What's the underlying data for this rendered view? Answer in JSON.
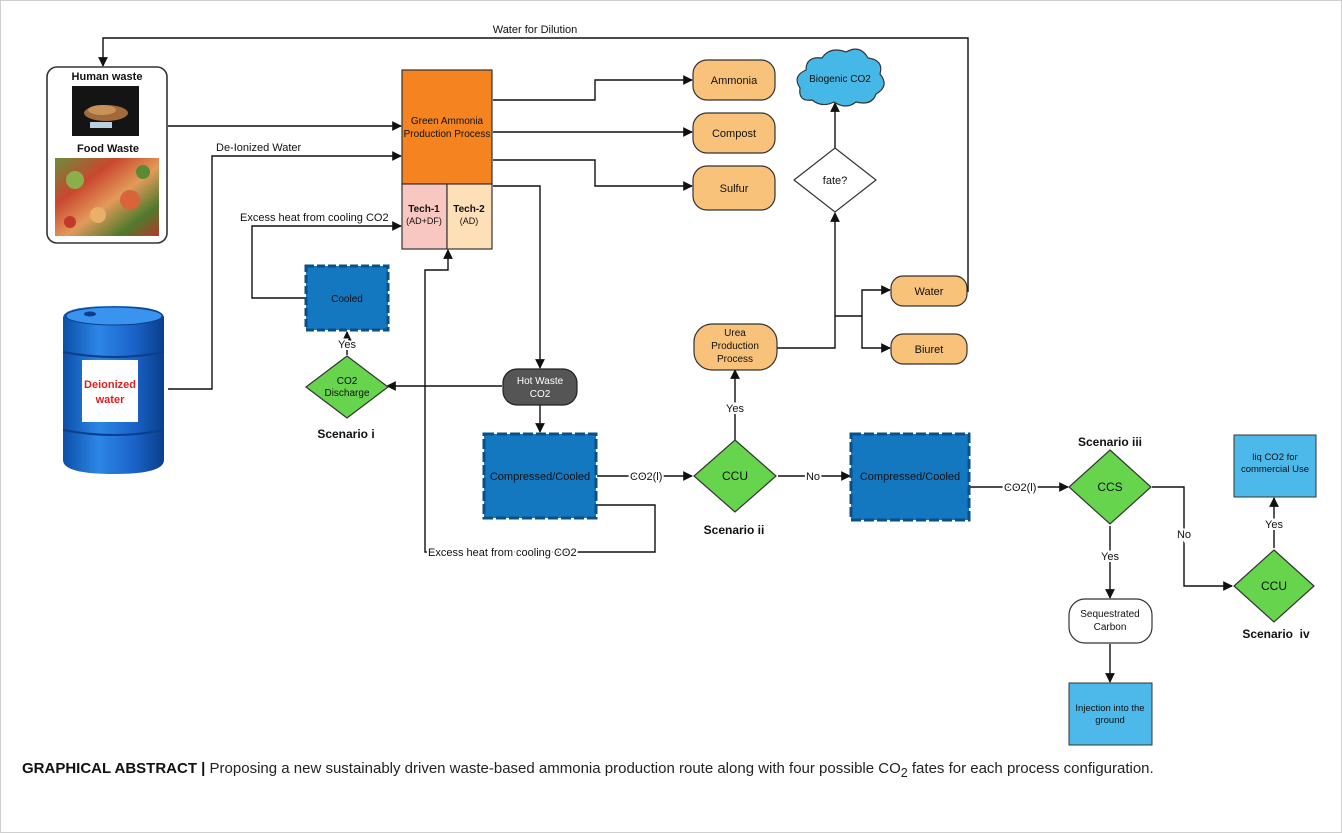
{
  "colors": {
    "orange_dark": "#f5831f",
    "orange_light": "#f9c27a",
    "tech1_pink": "#f8c7c1",
    "tech2_peach": "#fde0b8",
    "blue_box": "#1478c0",
    "light_blue_box": "#4db8ea",
    "cloud_blue": "#46b8e8",
    "green_diamond": "#66d44c",
    "hot_waste_grey": "#555555"
  },
  "diagram": {
    "edge_labels": {
      "water_for_dilution": "Water for Dilution",
      "deionized_water_line": "De-Ionized Water",
      "excess_heat_top": "Excess heat from cooling CO2",
      "excess_heat_bottom": "Excess heat from cooling CO2",
      "co2_liquid_1": "CO2(l)",
      "co2_liquid_2": "CO2(l)",
      "yes_cooled": "Yes",
      "yes_urea": "Yes",
      "no_ccu": "No",
      "yes_sequestrated": "Yes",
      "no_ccs": "No",
      "yes_commercial": "Yes"
    },
    "waste_box": {
      "human_waste": "Human waste",
      "food_waste": "Food Waste"
    },
    "barrel_label": [
      "Deionized",
      "water"
    ],
    "green_ammonia_process": [
      "Green Ammonia",
      "Production Process"
    ],
    "tech1": [
      "Tech-1",
      "(AD+DF)"
    ],
    "tech2": [
      "Tech-2",
      "(AD)"
    ],
    "products": [
      "Ammonia",
      "Compost",
      "Sulfur"
    ],
    "biogenic_co2": "Biogenic CO2",
    "fate_decision": "fate?",
    "urea_process": [
      "Urea",
      "Production",
      "Process"
    ],
    "water_output": "Water",
    "biuret_output": "Biuret",
    "cooled_box": "Cooled",
    "co2_discharge": [
      "CO2",
      "Discharge"
    ],
    "hot_waste": [
      "Hot Waste",
      "CO2"
    ],
    "compressed_cooled_1": "Compressed/Cooled",
    "compressed_cooled_2": "Compressed/Cooled",
    "ccu_1": "CCU",
    "ccs": "CCS",
    "ccu_2": "CCU",
    "sequestrated_carbon": [
      "Sequestrated",
      "Carbon"
    ],
    "injection_ground": [
      "Injection into the",
      "ground"
    ],
    "liq_co2_commercial": [
      "liq CO2 for",
      "commercial Use"
    ],
    "scenarios": {
      "i": "Scenario i",
      "ii": "Scenario ii",
      "iii": "Scenario iii",
      "iv": "Scenario  iv"
    }
  },
  "caption": {
    "bold": "GRAPHICAL ABSTRACT |",
    "text_before_sub": "Proposing a new sustainably driven waste-based ammonia production route along with four possible CO",
    "subscript": "2",
    "text_after_sub": " fates for each process configuration."
  }
}
